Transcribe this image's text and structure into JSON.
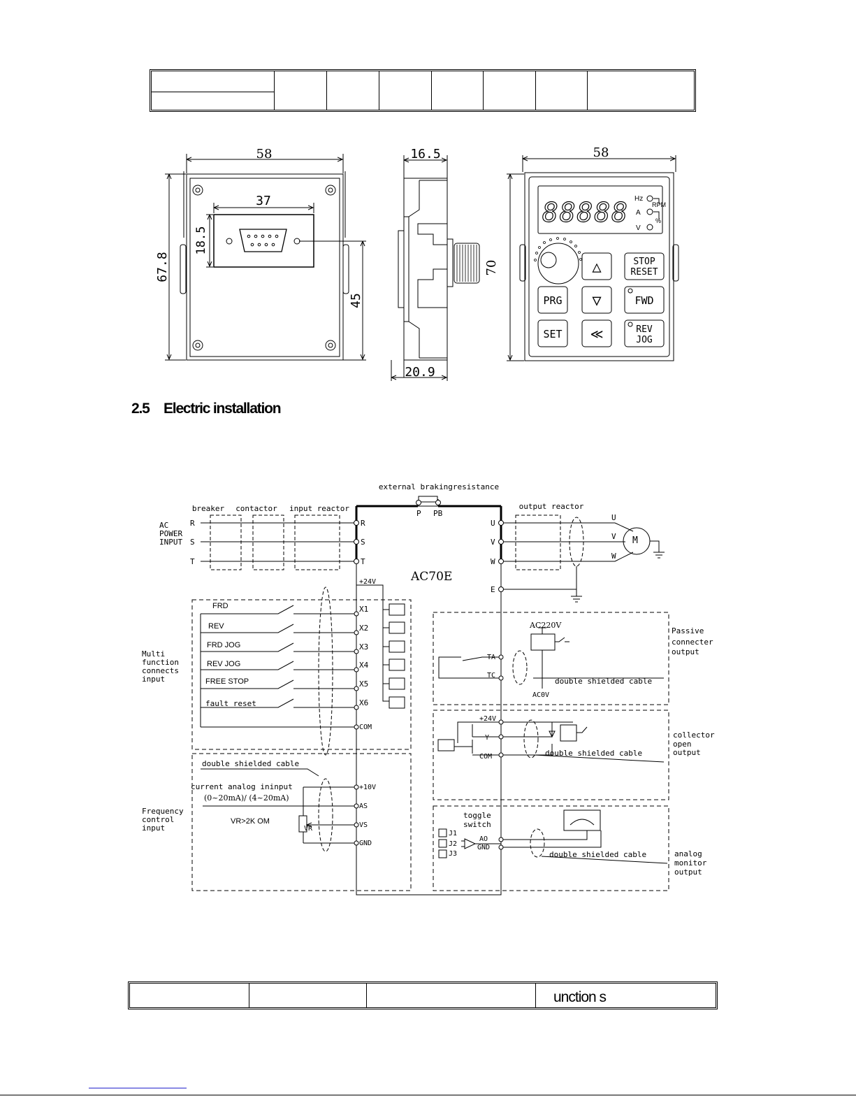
{
  "section": {
    "number": "2.5",
    "title": "Electric installation"
  },
  "dims": {
    "front_width": "58",
    "front_height": "67.8",
    "connector_width": "37",
    "connector_height": "18.5",
    "connector_offset": "45",
    "side_top": "16.5",
    "side_bottom": "20.9",
    "panel_width": "58",
    "panel_height": "70"
  },
  "keypad": {
    "display": "88888",
    "ind_hz": "Hz",
    "ind_a": "A",
    "ind_v": "V",
    "ind_rpm": "RPM",
    "ind_pct": "%",
    "stop1": "STOP",
    "stop2": "RESET",
    "prg": "PRG",
    "fwd": "FWD",
    "set": "SET",
    "rev1": "REV",
    "rev2": "JOG",
    "up": "△",
    "down": "▽",
    "shift": "≪"
  },
  "wiring": {
    "braking": "external brakingresistance",
    "breaker": "breaker",
    "contactor": "contactor",
    "input_reactor": "input reactor",
    "output_reactor": "output reactor",
    "ac_power_1": "AC",
    "ac_power_2": "POWER",
    "ac_power_3": "INPUT",
    "model": "AC70E",
    "terminals_left": [
      "R",
      "S",
      "T"
    ],
    "terminals_in": [
      "R",
      "S",
      "T"
    ],
    "terminals_out": [
      "U",
      "V",
      "W"
    ],
    "motor_lines": [
      "U",
      "V",
      "W"
    ],
    "P": "P",
    "PB": "PB",
    "E": "E",
    "M": "M",
    "plus24v": "+24V",
    "inputs": [
      "X1",
      "X2",
      "X3",
      "X4",
      "X5",
      "X6"
    ],
    "input_labels": [
      "FRD",
      "REV",
      "FRD JOG",
      "REV  JOG",
      "FREE STOP",
      "fault  reset"
    ],
    "com": "COM",
    "multi_1": "Multi",
    "multi_2": "function",
    "multi_3": "connects",
    "multi_4": "input",
    "dsc_left": "double shielded cable",
    "current_analog": "current analog ininput",
    "current_range": "(0~20mA)/ (4~20mA)",
    "vr_note": "VR>2K OM",
    "vr": "VR",
    "analog_terms": [
      "+10V",
      "AS",
      "VS",
      "GND"
    ],
    "freq_1": "Frequency",
    "freq_2": "control",
    "freq_3": "input",
    "ac220": "AC220V",
    "ta": "TA",
    "tc": "TC",
    "ac0": "AC0V",
    "dsc_1": "double shielded cable",
    "passive_1": "Passive",
    "passive_2": "connecter",
    "passive_3": "output",
    "y_24v": "+24V",
    "y": "Y",
    "y_com": "COM",
    "dsc_2": "double shielded cable",
    "coll_1": "collector",
    "coll_2": "open",
    "coll_3": "output",
    "toggle_1": "toggle",
    "toggle_2": "switch",
    "j1": "J1",
    "j2": "J2",
    "j3": "J3",
    "ao": "AO",
    "gnd": "GND",
    "dsc_3": "double shielded cable",
    "am_1": "analog",
    "am_2": "monitor",
    "am_3": "output"
  },
  "bottom_table": {
    "cell": "unction s"
  }
}
